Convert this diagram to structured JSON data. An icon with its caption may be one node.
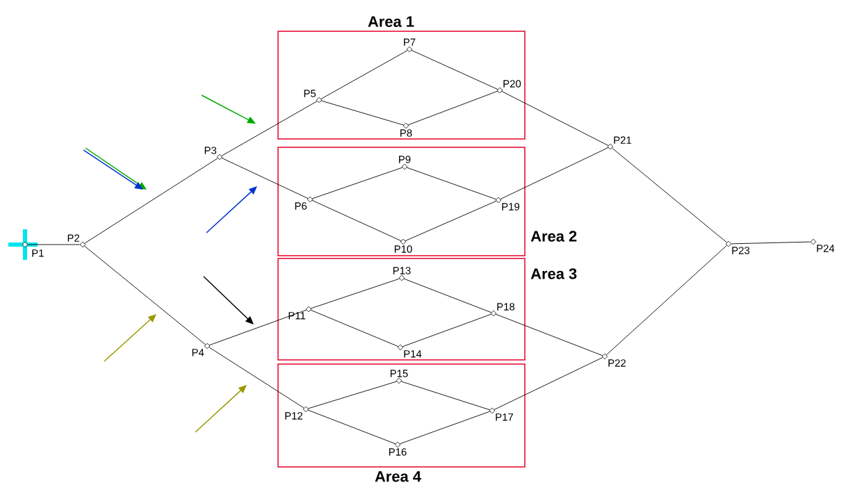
{
  "diagram": {
    "nodes": [
      {
        "text": [
          "P1"
        ]
      },
      {
        "text": [
          "P2"
        ]
      },
      {
        "text": [
          "P3"
        ]
      },
      {
        "text": [
          "P4"
        ]
      },
      {
        "text": [
          "Area 1"
        ]
      },
      {
        "text": [
          "P5"
        ],
        "in": 4
      },
      {
        "text": [
          "P7"
        ],
        "in": 4
      },
      {
        "text": [
          "P8"
        ],
        "in": 4
      },
      {
        "text": [
          "P20"
        ],
        "in": 4
      },
      {
        "text": [
          "Area 2"
        ]
      },
      {
        "text": [
          "P6"
        ],
        "in": 9
      },
      {
        "text": [
          "P9"
        ],
        "in": 9
      },
      {
        "text": [
          "P10"
        ],
        "in": 9
      },
      {
        "text": [
          "P19"
        ],
        "in": 9
      },
      {
        "text": [
          "Area 3"
        ]
      },
      {
        "text": [
          "P11"
        ],
        "in": 14
      },
      {
        "text": [
          "P13"
        ],
        "in": 14
      },
      {
        "text": [
          "P14"
        ],
        "in": 14
      },
      {
        "text": [
          "P18"
        ],
        "in": 14
      },
      {
        "text": [
          "Area 4"
        ]
      },
      {
        "text": [
          "P12"
        ],
        "in": 19
      },
      {
        "text": [
          "P15"
        ],
        "in": 19
      },
      {
        "text": [
          "P16"
        ],
        "in": 19
      },
      {
        "text": [
          "P17"
        ],
        "in": 19
      },
      {
        "text": [
          "P21"
        ]
      },
      {
        "text": [
          "P22"
        ]
      },
      {
        "text": [
          "P23"
        ]
      },
      {
        "text": [
          "P24"
        ]
      }
    ],
    "edges": [
      {
        "from": 0,
        "to": 1,
        "arrow": "none"
      },
      {
        "from": 1,
        "to": 2,
        "arrow": "none"
      },
      {
        "from": 1,
        "to": 3,
        "arrow": "none"
      },
      {
        "from": 2,
        "to": 5,
        "arrow": "none"
      },
      {
        "from": 2,
        "to": 10,
        "arrow": "none"
      },
      {
        "from": 3,
        "to": 15,
        "arrow": "none"
      },
      {
        "from": 3,
        "to": 20,
        "arrow": "none"
      },
      {
        "from": 5,
        "to": 6,
        "arrow": "none"
      },
      {
        "from": 5,
        "to": 7,
        "arrow": "none"
      },
      {
        "from": 6,
        "to": 8,
        "arrow": "none"
      },
      {
        "from": 7,
        "to": 8,
        "arrow": "none"
      },
      {
        "from": 10,
        "to": 11,
        "arrow": "none"
      },
      {
        "from": 10,
        "to": 12,
        "arrow": "none"
      },
      {
        "from": 11,
        "to": 13,
        "arrow": "none"
      },
      {
        "from": 12,
        "to": 13,
        "arrow": "none"
      },
      {
        "from": 15,
        "to": 16,
        "arrow": "none"
      },
      {
        "from": 15,
        "to": 17,
        "arrow": "none"
      },
      {
        "from": 16,
        "to": 18,
        "arrow": "none"
      },
      {
        "from": 17,
        "to": 18,
        "arrow": "none"
      },
      {
        "from": 20,
        "to": 21,
        "arrow": "none"
      },
      {
        "from": 20,
        "to": 22,
        "arrow": "none"
      },
      {
        "from": 21,
        "to": 23,
        "arrow": "none"
      },
      {
        "from": 22,
        "to": 23,
        "arrow": "none"
      },
      {
        "from": 8,
        "to": 24,
        "arrow": "none"
      },
      {
        "from": 13,
        "to": 24,
        "arrow": "none"
      },
      {
        "from": 18,
        "to": 25,
        "arrow": "none"
      },
      {
        "from": 23,
        "to": 25,
        "arrow": "none"
      },
      {
        "from": 24,
        "to": 26,
        "arrow": "none"
      },
      {
        "from": 25,
        "to": 26,
        "arrow": "none"
      },
      {
        "from": 26,
        "to": 27,
        "arrow": "none"
      }
    ]
  }
}
